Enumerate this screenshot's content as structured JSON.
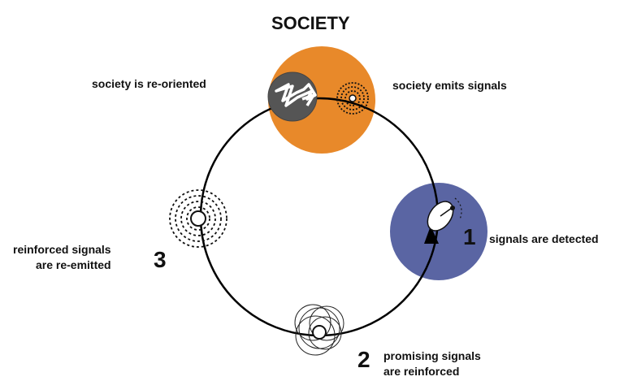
{
  "title": "SOCIETY",
  "labels": {
    "reoriented": "society is re-oriented",
    "emits": "society emits signals",
    "detected": "signals are detected",
    "promising_line1": "promising signals",
    "promising_line2": "are reinforced",
    "reemitted_line1": "reinforced signals",
    "reemitted_line2": "are re-emitted"
  },
  "steps": {
    "one": "1",
    "two": "2",
    "three": "3"
  },
  "colors": {
    "society_circle": "#e8892a",
    "detect_circle": "#5a65a3",
    "arrow_disc": "#555555",
    "cycle_line": "#000000"
  },
  "icons": {
    "arrows": "white-arrows-icon",
    "emitter": "signal-emitter-icon",
    "dish": "satellite-dish-icon",
    "reinforced": "overlapping-rings-icon",
    "reemitter": "reemitted-signal-icon"
  }
}
